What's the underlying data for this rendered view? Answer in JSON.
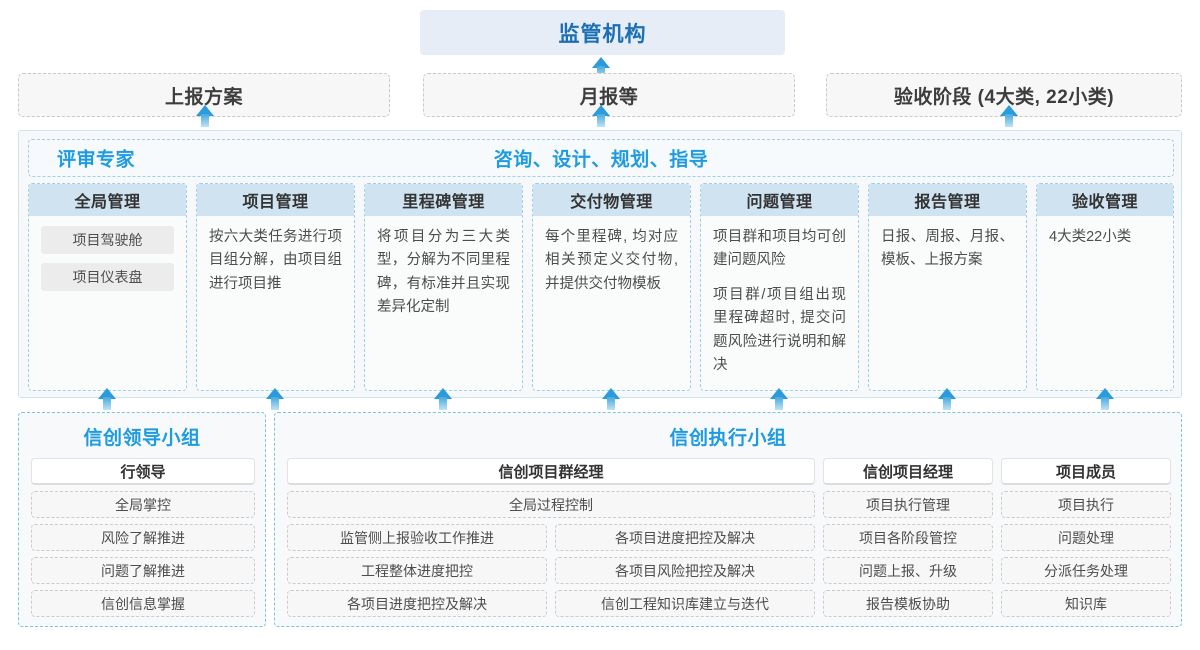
{
  "top": {
    "title": "监管机构",
    "reports": [
      {
        "label": "上报方案"
      },
      {
        "label": "月报等"
      },
      {
        "label": "验收阶段 (4大类, 22小类)"
      }
    ]
  },
  "middle": {
    "header_left": "评审专家",
    "header_center": "咨询、设计、规划、指导",
    "cards": [
      {
        "title": "全局管理",
        "paragraphs": [],
        "pills": [
          "项目驾驶舱",
          "项目仪表盘"
        ]
      },
      {
        "title": "项目管理",
        "paragraphs": [
          "按六大类任务进行项目组分解，由项目组进行项目推"
        ],
        "pills": []
      },
      {
        "title": "里程碑管理",
        "paragraphs": [
          "将项目分为三大类型，分解为不同里程碑，有标准并且实现差异化定制"
        ],
        "pills": []
      },
      {
        "title": "交付物管理",
        "paragraphs": [
          "每个里程碑, 均对应相关预定义交付物, 并提供交付物模板"
        ],
        "pills": []
      },
      {
        "title": "问题管理",
        "paragraphs": [
          "项目群和项目均可创建问题风险",
          "项目群/项目组出现里程碑超时, 提交问题风险进行说明和解决"
        ],
        "pills": []
      },
      {
        "title": "报告管理",
        "paragraphs": [
          "日报、周报、月报、模板、上报方案"
        ],
        "pills": []
      },
      {
        "title": "验收管理",
        "paragraphs": [
          "4大类22小类"
        ],
        "pills": []
      }
    ]
  },
  "bottom": {
    "left_group": {
      "title": "信创领导小组",
      "head": "行领导",
      "items": [
        "全局掌控",
        "风险了解推进",
        "问题了解推进",
        "信创信息掌握"
      ]
    },
    "right_group": {
      "title": "信创执行小组",
      "columns": [
        {
          "head": "信创项目群经理",
          "wide_item": "全局过程控制",
          "left_items": [
            "监管侧上报验收工作推进",
            "工程整体进度把控",
            "各项目进度把控及解决"
          ],
          "right_items": [
            "各项目进度把控及解决",
            "各项目风险把控及解决",
            "信创工程知识库建立与迭代"
          ]
        },
        {
          "head": "信创项目经理",
          "items": [
            "项目执行管理",
            "项目各阶段管控",
            "问题上报、升级",
            "报告模板协助"
          ]
        },
        {
          "head": "项目成员",
          "items": [
            "项目执行",
            "问题处理",
            "分派任务处理",
            "知识库"
          ]
        }
      ]
    }
  },
  "colors": {
    "accent_blue": "#1f9be0",
    "title_blue": "#1b6fb5",
    "card_header": "#cfe3f1",
    "panel_bg": "#f6f8f9"
  }
}
